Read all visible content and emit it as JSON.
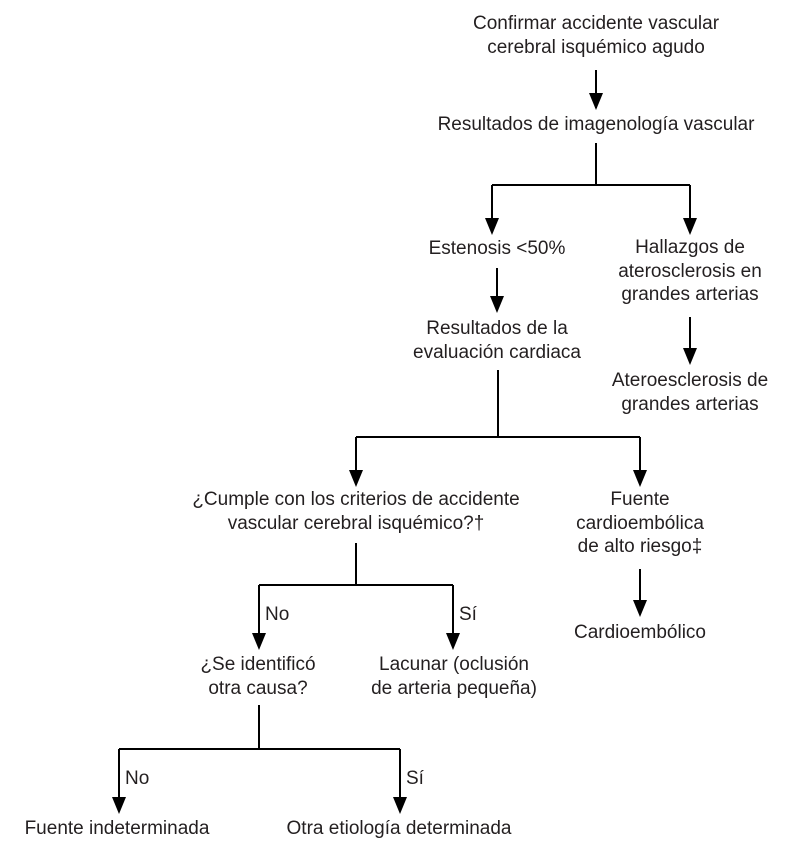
{
  "diagram": {
    "type": "flowchart",
    "nodes": {
      "start": [
        "Confirmar accidente vascular",
        "cerebral isquémico agudo"
      ],
      "vascular_imaging": [
        "Resultados de imagenología vascular"
      ],
      "stenosis": [
        "Estenosis <50%"
      ],
      "large_artery_findings": [
        "Hallazgos de",
        "aterosclerosis en",
        "grandes arterias"
      ],
      "cardiac_eval": [
        "Resultados de la",
        "evaluación cardiaca"
      ],
      "large_artery_outcome": [
        "Ateroesclerosis de",
        "grandes arterias"
      ],
      "lacunar_criteria": [
        "¿Cumple con los criterios de accidente",
        "vascular cerebral isquémico?†"
      ],
      "high_risk_cardio": [
        "Fuente",
        "cardioembólica",
        "de alto riesgo‡"
      ],
      "cardioembolic_outcome": [
        "Cardioembólico"
      ],
      "other_cause_question": [
        "¿Se identificó",
        "otra causa?"
      ],
      "lacunar_outcome": [
        "Lacunar (oclusión",
        "de arteria pequeña)"
      ],
      "undetermined_outcome": [
        "Fuente indeterminada"
      ],
      "other_etiology_outcome": [
        "Otra etiología determinada"
      ]
    },
    "edge_labels": {
      "criteria_no": "No",
      "criteria_yes": "Sí",
      "other_cause_no": "No",
      "other_cause_yes": "Sí"
    },
    "edges": [
      {
        "from": "start",
        "to": "vascular_imaging"
      },
      {
        "from": "vascular_imaging",
        "to": "stenosis"
      },
      {
        "from": "vascular_imaging",
        "to": "large_artery_findings"
      },
      {
        "from": "stenosis",
        "to": "cardiac_eval"
      },
      {
        "from": "large_artery_findings",
        "to": "large_artery_outcome"
      },
      {
        "from": "cardiac_eval",
        "to": "lacunar_criteria"
      },
      {
        "from": "cardiac_eval",
        "to": "high_risk_cardio"
      },
      {
        "from": "high_risk_cardio",
        "to": "cardioembolic_outcome"
      },
      {
        "from": "lacunar_criteria",
        "to": "other_cause_question",
        "label": "No"
      },
      {
        "from": "lacunar_criteria",
        "to": "lacunar_outcome",
        "label": "Sí"
      },
      {
        "from": "other_cause_question",
        "to": "undetermined_outcome",
        "label": "No"
      },
      {
        "from": "other_cause_question",
        "to": "other_etiology_outcome",
        "label": "Sí"
      }
    ],
    "colors": {
      "line": "#000000",
      "text": "#231f20",
      "background": "#ffffff"
    }
  }
}
